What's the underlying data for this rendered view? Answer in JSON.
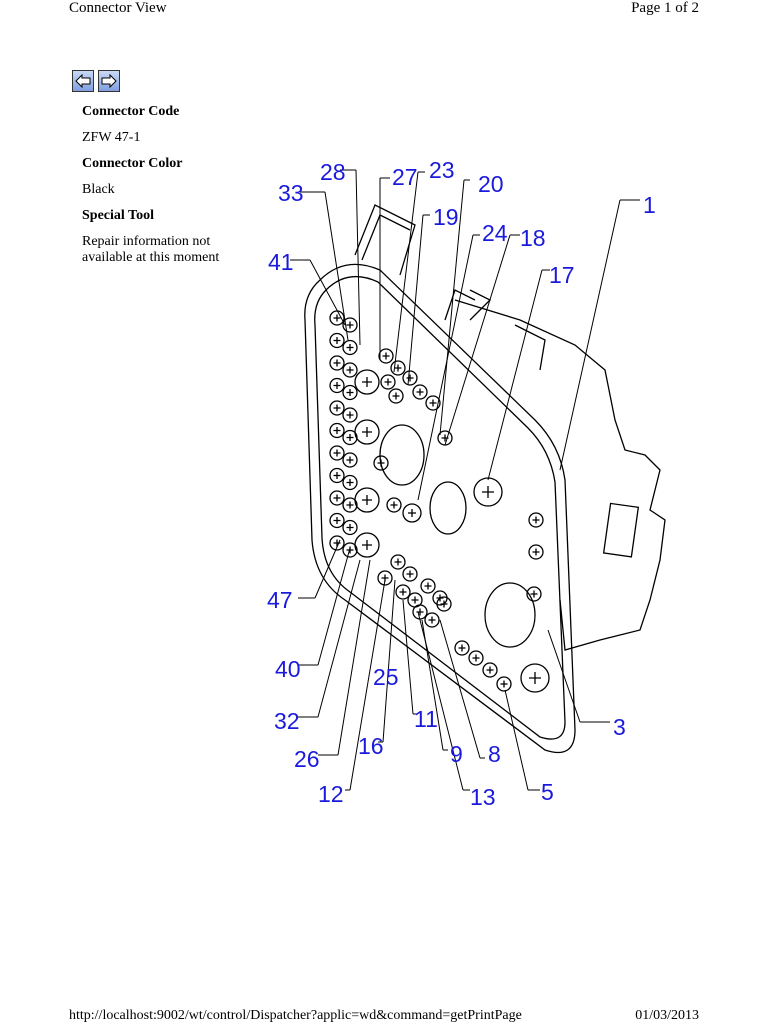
{
  "header": {
    "title": "Connector View",
    "page": "Page 1 of 2"
  },
  "nav": {
    "back_icon": "arrow-left-icon",
    "forward_icon": "arrow-right-icon",
    "accent": "#8aa6e8"
  },
  "info": {
    "code_label": "Connector Code",
    "code_value": "ZFW 47-1",
    "color_label": "Connector Color",
    "color_value": "Black",
    "tool_label": "Special Tool",
    "tool_value": "Repair information not available at this moment"
  },
  "pin_labels": {
    "p1": "1",
    "p3": "3",
    "p5": "5",
    "p8": "8",
    "p9": "9",
    "p11": "11",
    "p12": "12",
    "p13": "13",
    "p16": "16",
    "p17": "17",
    "p18": "18",
    "p19": "19",
    "p20": "20",
    "p23": "23",
    "p24": "24",
    "p25": "25",
    "p26": "26",
    "p27": "27",
    "p28": "28",
    "p32": "32",
    "p33": "33",
    "p40": "40",
    "p41": "41",
    "p47": "47"
  },
  "label_color": "#1a1adc",
  "footer": {
    "url": "http://localhost:9002/wt/control/Dispatcher?applic=wd&command=getPrintPage",
    "date": "01/03/2013"
  }
}
